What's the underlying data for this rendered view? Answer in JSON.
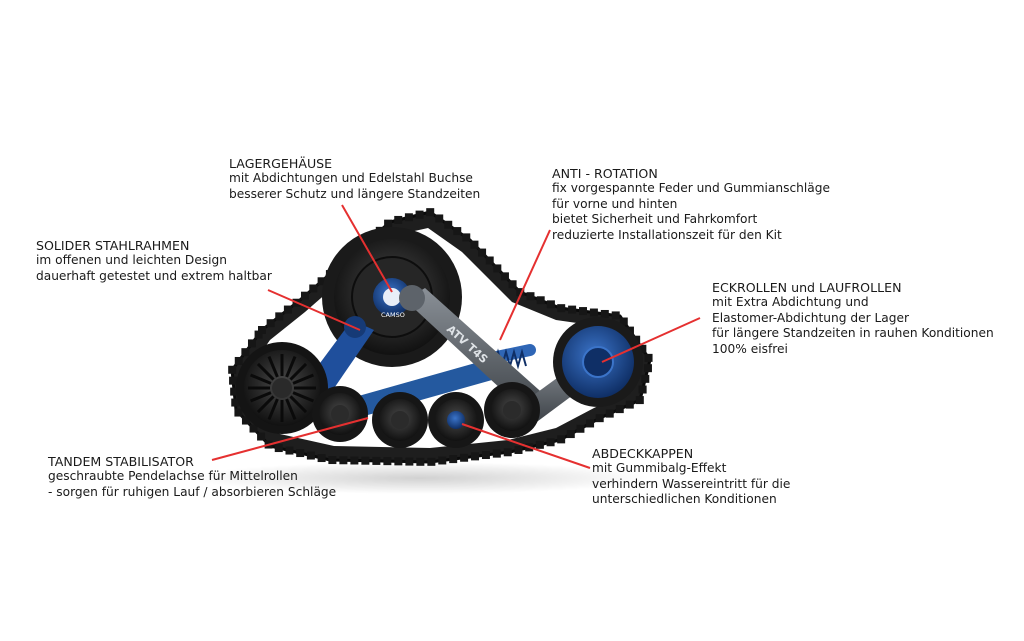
{
  "colors": {
    "pointer": "#e53030",
    "track": "#1c1c1c",
    "frame_blue": "#1f4f9c",
    "frame_grey": "#555a60"
  },
  "product": {
    "brand": "CAMSO",
    "model": "ATV T4S"
  },
  "callouts": {
    "lagergehaeuse": {
      "title": "LAGERGEHÄUSE",
      "lines": [
        "mit Abdichtungen und Edelstahl Buchse",
        "besserer Schutz und längere Standzeiten"
      ]
    },
    "anti_rotation": {
      "title": "ANTI - ROTATION",
      "lines": [
        "fix vorgespannte Feder und Gummianschläge",
        "für vorne und hinten",
        "bietet Sicherheit und Fahrkomfort",
        "reduzierte Installationszeit für den Kit"
      ]
    },
    "solider_stahlrahmen": {
      "title": "SOLIDER STAHLRAHMEN",
      "lines": [
        "im offenen und leichten Design",
        "dauerhaft getestet und extrem haltbar"
      ]
    },
    "eckrollen": {
      "title": "ECKROLLEN und LAUFROLLEN",
      "lines": [
        "mit Extra Abdichtung und",
        "Elastomer-Abdichtung der Lager",
        "für längere Standzeiten in rauhen Konditionen",
        "100% eisfrei"
      ]
    },
    "tandem": {
      "title": "TANDEM STABILISATOR",
      "lines": [
        "geschraubte Pendelachse für Mittelrollen",
        "- sorgen für ruhigen Lauf / absorbieren Schläge"
      ]
    },
    "abdeckkappen": {
      "title": "ABDECKKAPPEN",
      "lines": [
        "mit Gummibalg-Effekt",
        "verhindern Wassereintritt für die",
        "unterschiedlichen Konditionen"
      ]
    }
  }
}
